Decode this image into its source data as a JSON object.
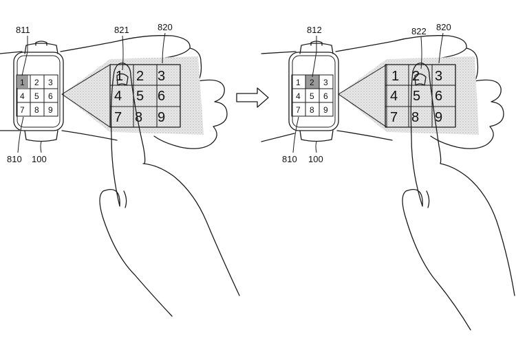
{
  "left_panel": {
    "labels": {
      "watch_display": "811",
      "projected_key": "821",
      "projected_keypad": "820",
      "watch_keypad": "810",
      "wearable_device": "100"
    },
    "watch_keys": [
      "1",
      "2",
      "3",
      "4",
      "5",
      "6",
      "7",
      "8",
      "9"
    ],
    "projected_keys": [
      "1",
      "2",
      "3",
      "4",
      "5",
      "6",
      "7",
      "8",
      "9"
    ],
    "highlighted_key": "1"
  },
  "right_panel": {
    "labels": {
      "watch_display": "812",
      "projected_key": "822",
      "projected_keypad": "820",
      "watch_keypad": "810",
      "wearable_device": "100"
    },
    "watch_keys": [
      "1",
      "2",
      "3",
      "4",
      "5",
      "6",
      "7",
      "8",
      "9"
    ],
    "projected_keys": [
      "1",
      "2",
      "3",
      "4",
      "5",
      "6",
      "7",
      "8",
      "9"
    ],
    "highlighted_key": "2"
  },
  "transition": {
    "arrow": "right-arrow-icon"
  },
  "colors": {
    "line": "#1a1a1a",
    "highlight": "#9a9a9a",
    "projection_shade": "#e3e3e3"
  }
}
